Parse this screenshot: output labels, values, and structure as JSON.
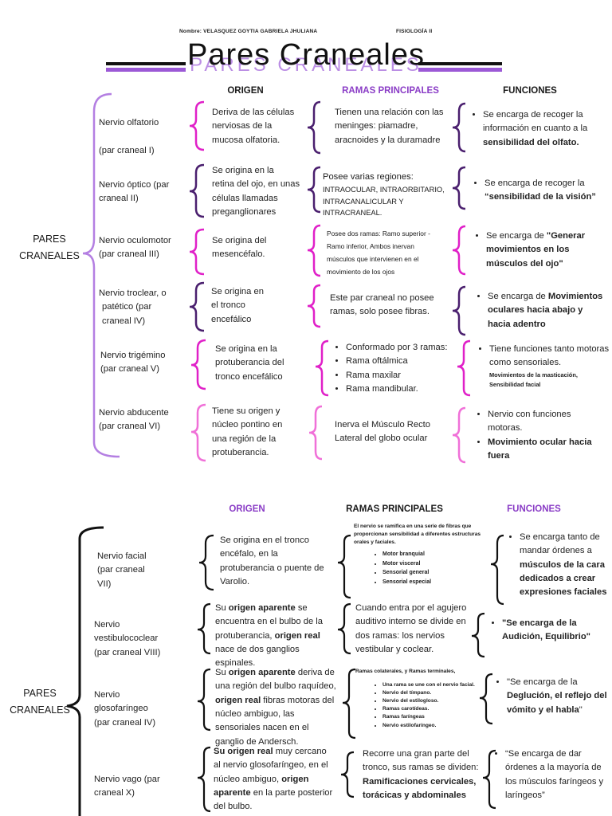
{
  "header": {
    "name": "Nombre: VELASQUEZ GOYTIA GABRIELA JHULIANA",
    "subject": "FISIOLOGÍA II",
    "title": "Pares Craneales",
    "ghost_title": "PARES CRANEALES"
  },
  "section1": {
    "heads": {
      "origen": "ORIGEN",
      "ramas": "RAMAS PRINCIPALES",
      "funciones": "FUNCIONES"
    },
    "left_label": [
      "PARES",
      "CRANEALES"
    ],
    "rows": [
      {
        "nerve": [
          "Nervio olfatorio",
          "",
          "(par craneal I)"
        ],
        "origin": [
          "Deriva de las células",
          "nerviosas de la",
          "mucosa olfatoria."
        ],
        "ramas": [
          "Tienen una relación con las",
          "meninges: piamadre,",
          "aracnoides y la duramadre"
        ],
        "func_pre": "Se encarga de recoger la información en cuanto a la ",
        "func_bold": "sensibilidad del olfato.",
        "func_post": ""
      },
      {
        "nerve": [
          "Nervio óptico (par",
          "craneal II)"
        ],
        "origin": [
          "Se origina en la",
          "retina del ojo, en unas",
          "células llamadas",
          "preganglionares"
        ],
        "ramas": [
          "Posee varias regiones:",
          "INTRAOCULAR, INTRAORBITARIO,",
          "INTRACANALICULAR Y INTRACRANEAL."
        ],
        "func_pre": "Se encarga de recoger la ",
        "func_bold": "“sensibilidad de la visión”",
        "func_post": ""
      },
      {
        "nerve": [
          "Nervio oculomotor",
          "(par craneal III)"
        ],
        "origin": [
          "Se origina del",
          "mesencéfalo."
        ],
        "ramas": [
          "Posee dos ramas: Ramo superior -",
          "Ramo inferior, Ambos inervan",
          "músculos que intervienen en el",
          "movimiento de los ojos"
        ],
        "func_pre": "Se encarga de ",
        "func_bold": "\"Generar movimientos en los músculos del ojo\"",
        "func_post": ""
      },
      {
        "nerve": [
          "Nervio troclear, o",
          "patético (par",
          "craneal IV)"
        ],
        "origin": [
          "Se origina en",
          "el tronco",
          "encefálico"
        ],
        "ramas": [
          "Este par craneal no posee",
          "ramas, solo posee fibras."
        ],
        "func_pre": "Se encarga de ",
        "func_bold": "Movimientos oculares hacia abajo y hacia adentro",
        "func_post": ""
      },
      {
        "nerve": [
          "Nervio trigémino",
          "(par craneal V)"
        ],
        "origin": [
          "Se origina en la",
          "protuberancia del",
          "tronco encefálico"
        ],
        "ramas_list_title": "Conformado por 3 ramas:",
        "ramas_list": [
          "Rama oftálmica",
          "Rama maxilar",
          "Rama mandibular."
        ],
        "func_pre": "Tiene funciones tanto motoras como sensoriales.",
        "func_bold": "",
        "func_post": "",
        "func_extra": [
          "Movimientos de la masticación,",
          "Sensibilidad facial"
        ]
      },
      {
        "nerve": [
          "Nervio abducente",
          "(par craneal VI)"
        ],
        "origin": [
          "Tiene su origen y",
          "núcleo pontino en",
          "una región de la",
          "protuberancia."
        ],
        "ramas": [
          "Inerva el Músculo Recto",
          "Lateral del globo ocular"
        ],
        "func_list": [
          "Nervio con funciones motoras."
        ],
        "func_list_bold": [
          "Movimiento ocular hacia fuera"
        ]
      }
    ]
  },
  "section2": {
    "heads": {
      "origen": "ORIGEN",
      "ramas": "RAMAS PRINCIPALES",
      "funciones": "FUNCIONES"
    },
    "left_label": [
      "PARES",
      "CRANEALES"
    ],
    "rows": [
      {
        "nerve": [
          "Nervio facial",
          "(par craneal",
          "VII)"
        ],
        "origin": [
          "Se origina en el tronco",
          "encéfalo, en la",
          "protuberancia o puente de",
          "Varolio."
        ],
        "ramas_intro": [
          "El nervio se ramifica en una serie de fibras que",
          "proporcionan sensibilidad a diferentes estructuras",
          "orales y faciales."
        ],
        "ramas_list": [
          "Motor branquial",
          "Motor visceral",
          "Sensorial general",
          "Sensorial especial"
        ],
        "func_pre": "Se encarga tanto de mandar órdenes a ",
        "func_bold": "músculos de la cara dedicados a crear expresiones faciales"
      },
      {
        "nerve": [
          "Nervio",
          "vestibulococlear",
          "(par craneal VIII)"
        ],
        "origin_parts": [
          [
            "Su ",
            ""
          ],
          [
            "origen aparente",
            "b"
          ],
          [
            " se encuentra en el bulbo de la protuberancia, ",
            ""
          ],
          [
            "origen real",
            "b"
          ],
          [
            " nace de dos ganglios espinales.",
            ""
          ]
        ],
        "ramas": [
          "Cuando entra por el agujero",
          "auditivo interno se divide en",
          "dos ramas: los nervios",
          "vestibular y coclear."
        ],
        "func_bold": "\"Se encarga de la Audición, Equilibrio\""
      },
      {
        "nerve": [
          "Nervio",
          "glosofaríngeo",
          "(par craneal IV)"
        ],
        "origin_parts": [
          [
            "Su ",
            ""
          ],
          [
            "origen aparente",
            "b"
          ],
          [
            " deriva de una región del bulbo raquídeo, ",
            ""
          ],
          [
            "origen real",
            "b"
          ],
          [
            " fibras motoras del núcleo ambiguo, las sensoriales nacen en el ganglio de Andersch.",
            ""
          ]
        ],
        "ramas_intro": [
          "Ramas colaterales, y Ramas terminales,"
        ],
        "ramas_list": [
          "Una rama se une con el nervio facial.",
          "Nervio del tímpano.",
          "Nervio del estilogloso.",
          "Ramas carotídeas.",
          "Ramas faríngeas",
          "Nervio estilofaríngeo."
        ],
        "func_pre": "\"Se encarga de la ",
        "func_bold": "Deglución, el reflejo del vómito y el habla",
        "func_post": "\""
      },
      {
        "nerve": [
          "Nervio vago (par",
          "craneal X)"
        ],
        "origin_parts": [
          [
            "Su origen real",
            "b"
          ],
          [
            " muy cercano al nervio glosofaríngeo, en el núcleo ambiguo, ",
            ""
          ],
          [
            "origen aparente",
            "b"
          ],
          [
            " en la parte posterior del bulbo.",
            ""
          ]
        ],
        "ramas_pre": "Recorre una gran parte del tronco, sus ramas se dividen: ",
        "ramas_bold": "Ramificaciones cervicales, torácicas y abdominales",
        "func_pre": "“Se encarga de dar órdenes a la mayoría de los músculos faríngeos y laríngeos”"
      }
    ]
  },
  "colors": {
    "purple": "#9b59d6",
    "violet": "#8a3cc6",
    "magenta": "#e020c8",
    "pink": "#f070d8",
    "dark": "#4a1f6e",
    "black": "#111111"
  }
}
